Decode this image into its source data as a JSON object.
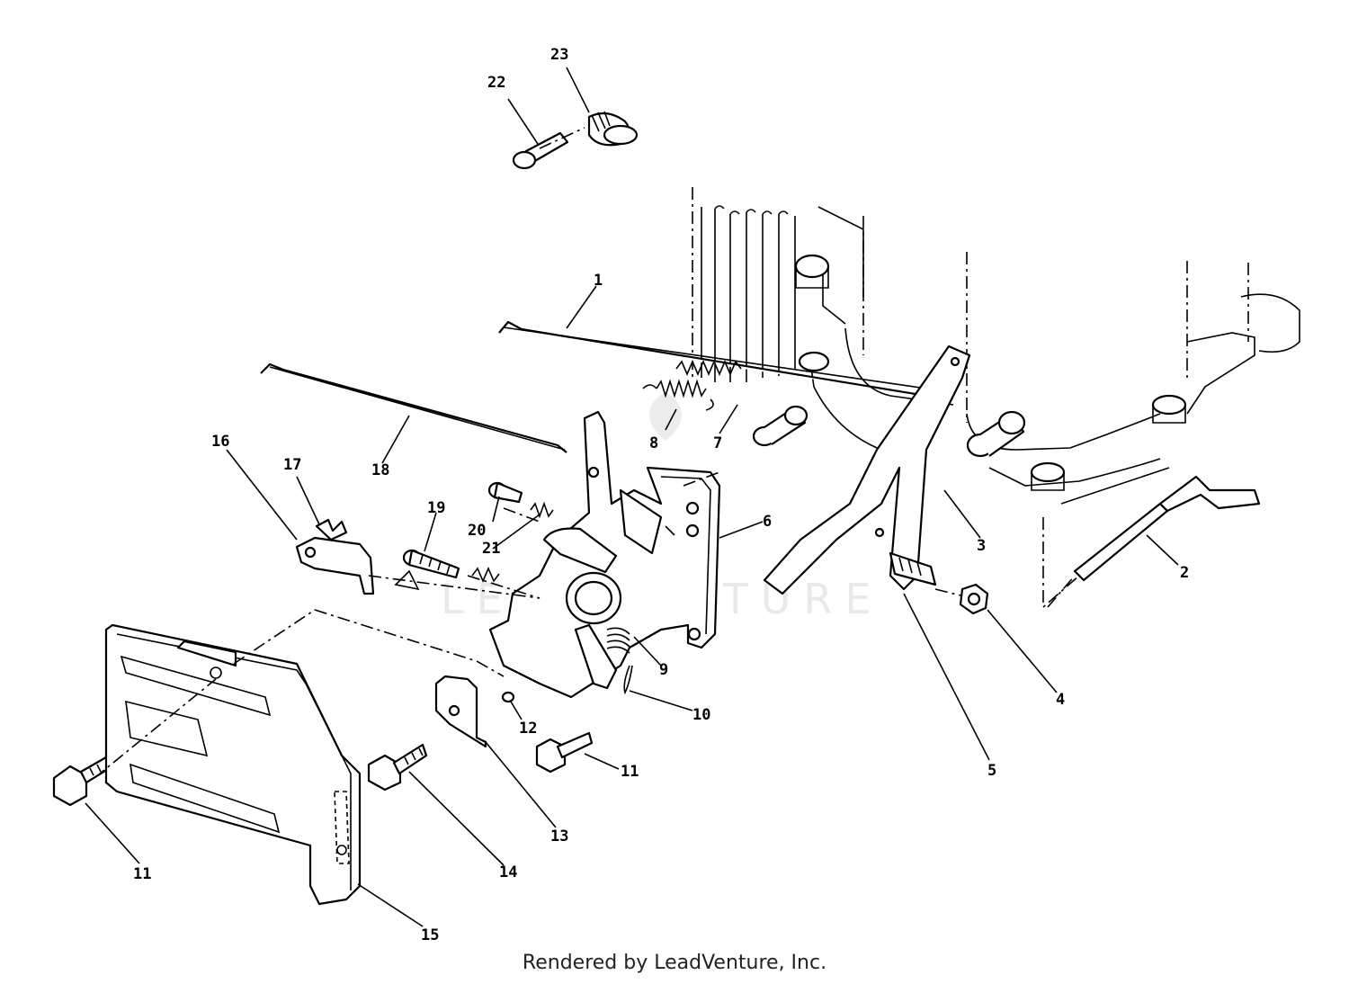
{
  "diagram": {
    "callouts": [
      "1",
      "2",
      "3",
      "4",
      "5",
      "6",
      "7",
      "8",
      "9",
      "10",
      "11",
      "11",
      "12",
      "13",
      "14",
      "15",
      "16",
      "17",
      "18",
      "19",
      "20",
      "21",
      "22",
      "23"
    ],
    "watermark_text": "LEADVENTURE"
  },
  "footer": {
    "credit": "Rendered by LeadVenture, Inc."
  }
}
